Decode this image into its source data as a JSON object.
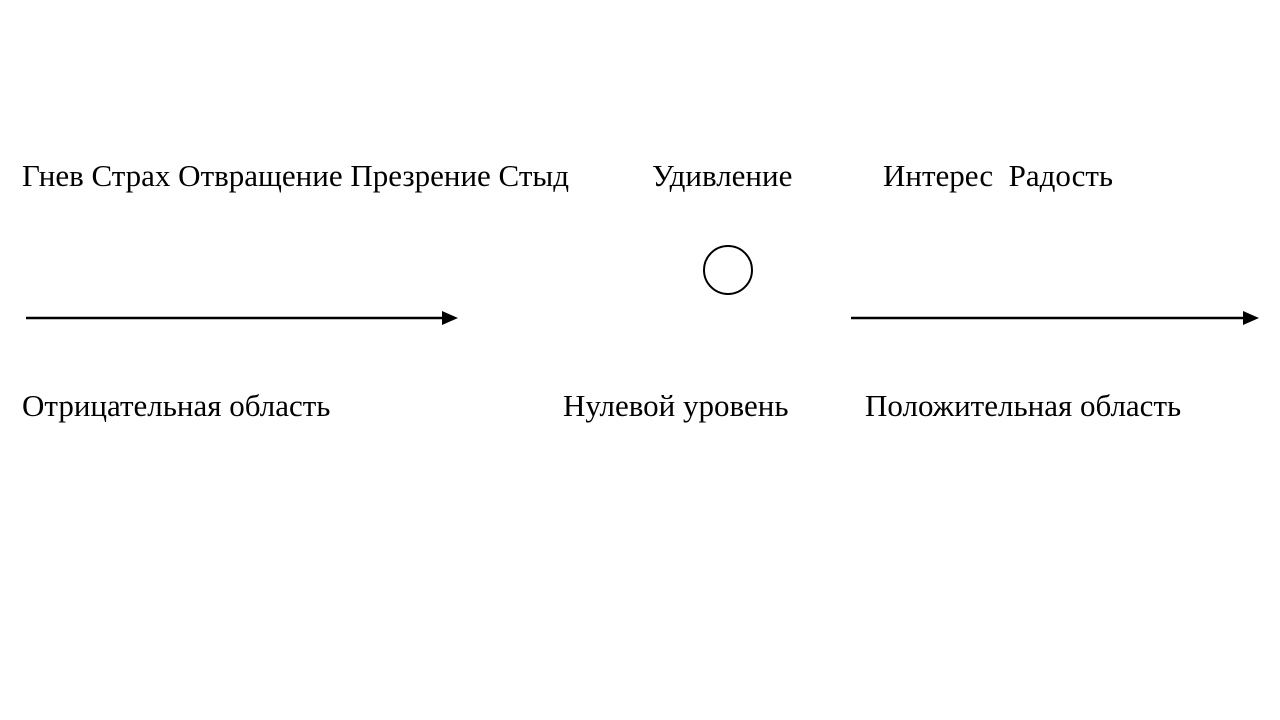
{
  "emotions": {
    "negative": "Гнев Страх Отвращение Презрение Стыд",
    "neutral": "Удивление",
    "positive": "Интерес  Радость"
  },
  "areas": {
    "negative": "Отрицательная область",
    "zero": "Нулевой уровень",
    "positive": "Положительная область"
  }
}
